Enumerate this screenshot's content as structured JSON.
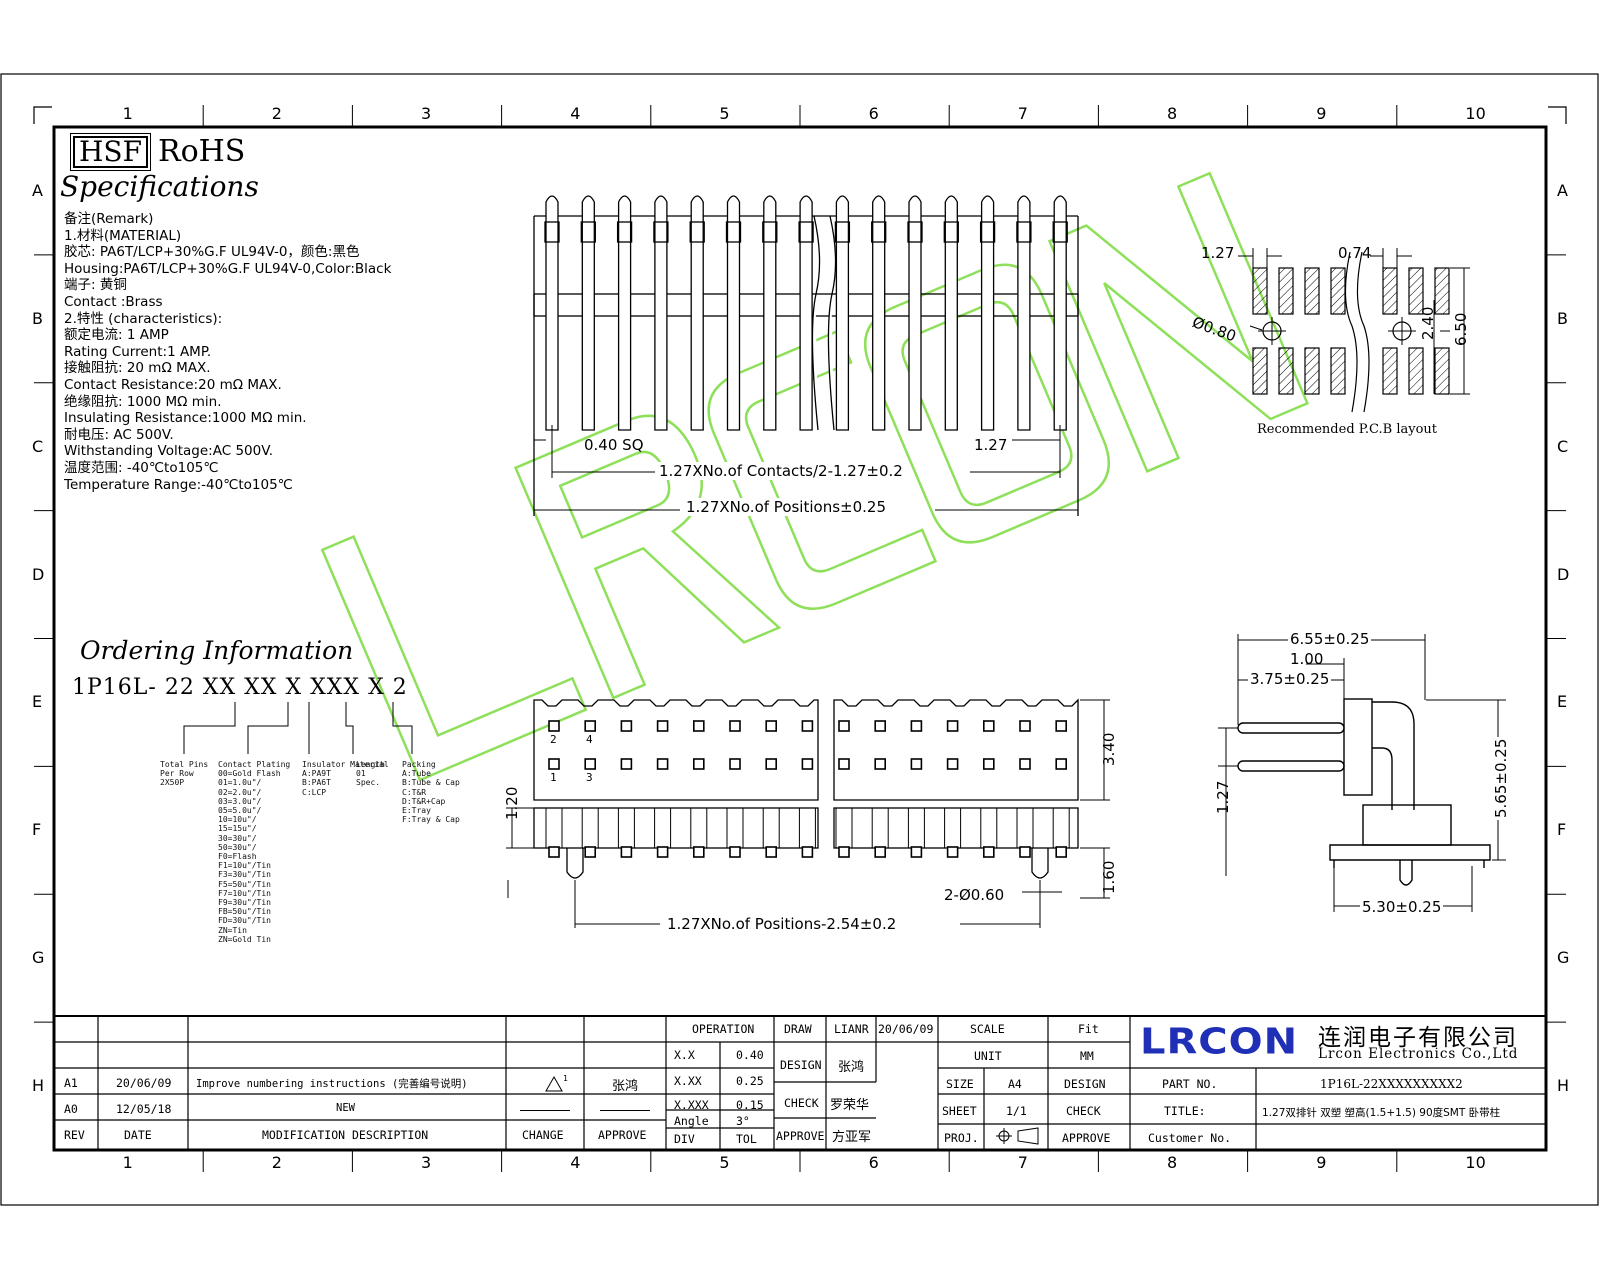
{
  "grid": {
    "columns": [
      "1",
      "2",
      "3",
      "4",
      "5",
      "6",
      "7",
      "8",
      "9",
      "10"
    ],
    "rows": [
      "A",
      "B",
      "C",
      "D",
      "E",
      "F",
      "G",
      "H"
    ]
  },
  "badges": {
    "hsf": "HSF",
    "rohs": "RoHS"
  },
  "specs": {
    "title": "Specifications",
    "lines": [
      "备注(Remark)",
      "1.材料(MATERIAL)",
      "胶芯: PA6T/LCP+30%G.F UL94V-0，颜色:黑色",
      "Housing:PA6T/LCP+30%G.F  UL94V-0,Color:Black",
      "端子: 黄铜",
      "Contact :Brass",
      "2.特性 (characteristics):",
      "额定电流: 1 AMP",
      "Rating Current:1 AMP.",
      "接触阻抗: 20 mΩ MAX.",
      "Contact Resistance:20 mΩ MAX.",
      "绝缘阻抗: 1000 MΩ min.",
      "Insulating Resistance:1000 MΩ  min.",
      "耐电压: AC 500V.",
      "Withstanding Voltage:AC 500V.",
      "温度范围: -40℃to105℃",
      "Temperature Range:-40℃to105℃"
    ]
  },
  "ordering": {
    "title": "Ordering Information",
    "part_code": "1P16L- 22 XX XX X XXX X 2",
    "columns": [
      {
        "header": "Total Pins",
        "items": [
          "Per Row",
          "2X50P"
        ]
      },
      {
        "header": "Contact Plating",
        "items": [
          "00=Gold Flash",
          "01=1.0u\"/",
          "02=2.0u\"/",
          "03=3.0u\"/",
          "05=5.0u\"/",
          "10=10u\"/",
          "15=15u\"/",
          "30=30u\"/",
          "50=30u\"/",
          "F0=Flash",
          "F1=10u\"/Tin",
          "F3=30u\"/Tin",
          "F5=50u\"/Tin",
          "F7=10u\"/Tin",
          "F9=30u\"/Tin",
          "FB=50u\"/Tin",
          "FD=30u\"/Tin",
          "ZN=Tin",
          "ZN=Gold Tin"
        ]
      },
      {
        "header": "Insulator Material",
        "items": [
          "A:PA9T",
          "B:PA6T",
          "C:LCP"
        ]
      },
      {
        "header": "Length",
        "items": [
          "01",
          "Spec."
        ]
      },
      {
        "header": "Packing",
        "items": [
          "A:Tube",
          "B:Tube & Cap",
          "C:T&R",
          "D:T&R+Cap",
          "E:Tray",
          "F:Tray & Cap"
        ]
      }
    ]
  },
  "top_view": {
    "sq": "0.40 SQ",
    "pitch": "1.27",
    "contacts": "1.27XNo.of Contacts/2-1.27±0.2",
    "positions": "1.27XNo.of Positions±0.25"
  },
  "pcb": {
    "pitch": "1.27",
    "pad": "0.74",
    "hole": "Ø0.80",
    "row": "2.40",
    "overall": "6.50",
    "caption": "Recommended P.C.B layout"
  },
  "side": {
    "w": "6.55±0.25",
    "t": "1.00",
    "h": "3.75±0.25",
    "len": "5.65±0.25",
    "pitch": "1.27",
    "base": "5.30±0.25"
  },
  "front": {
    "pins": [
      "2",
      "4",
      "1",
      "3"
    ],
    "height": "3.40",
    "left": "1.20",
    "peg_h": "1.60",
    "peg": "2-Ø0.60",
    "span": "1.27XNo.of Positions-2.54±0.2"
  },
  "watermark": "LRCON",
  "title_block": {
    "hdr_op": "OPERATION",
    "hdr_draw": "DRAW",
    "draw_name": "LIANR",
    "draw_date": "20/06/09",
    "hdr_scale": "SCALE",
    "scale_val": "Fit",
    "tol": [
      [
        "X.X",
        "0.40"
      ],
      [
        "X.XX",
        "0.25"
      ],
      [
        "X.XXX",
        "0.15"
      ],
      [
        "Angle",
        "3°"
      ],
      [
        "DIV",
        "TOL"
      ]
    ],
    "design": "DESIGN",
    "design_name": "张鸿",
    "check": "CHECK",
    "check_name": "罗荣华",
    "approve": "APPROVE",
    "approve_name": "方亚军",
    "unit": "UNIT",
    "unit_val": "MM",
    "size": "SIZE",
    "size_val": "A4",
    "design2": "DESIGN",
    "sheet": "SHEET",
    "sheet_val": "1/1",
    "check2": "CHECK",
    "proj": "PROJ.",
    "approve2": "APPROVE",
    "company_logo": "LRCON",
    "company_cn": "连润电子有限公司",
    "company_en": "Lrcon Electronics Co.,Ltd",
    "part_no": "PART NO.",
    "part_val": "1P16L-22XXXXXXXXX2",
    "title_label": "TITLE:",
    "title_val": "1.27双排针 双塑 塑高(1.5+1.5) 90度SMT 卧带柱",
    "customer": "Customer No.",
    "revisions": [
      {
        "rev": "A1",
        "date": "20/06/09",
        "desc": "Improve numbering instructions (完善编号说明)",
        "change": "1",
        "approve": "张鸿"
      },
      {
        "rev": "A0",
        "date": "12/05/18",
        "desc": "NEW",
        "change": "",
        "approve": ""
      }
    ],
    "rev_hdr": {
      "rev": "REV",
      "date": "DATE",
      "desc": "MODIFICATION DESCRIPTION",
      "change": "CHANGE",
      "approve": "APPROVE"
    }
  }
}
